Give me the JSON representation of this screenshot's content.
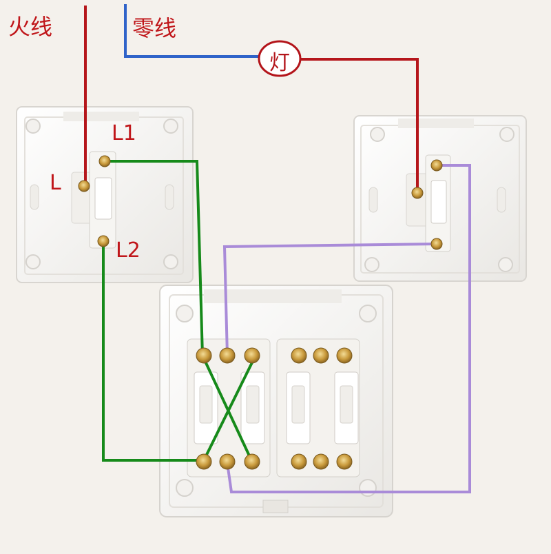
{
  "labels": {
    "live_wire": "火线",
    "neutral_wire": "零线",
    "lamp": "灯",
    "terminal_l": "L",
    "terminal_l1": "L1",
    "terminal_l2": "L2"
  },
  "colors": {
    "live_wire": "#b5161b",
    "neutral_wire": "#2f63c9",
    "green_wire": "#168a1a",
    "purple_wire": "#a98bd8",
    "label_text": "#c0161a",
    "plate": "#ffffff",
    "background": "#f4f1ec",
    "terminal_brass": "#c9a24a"
  }
}
